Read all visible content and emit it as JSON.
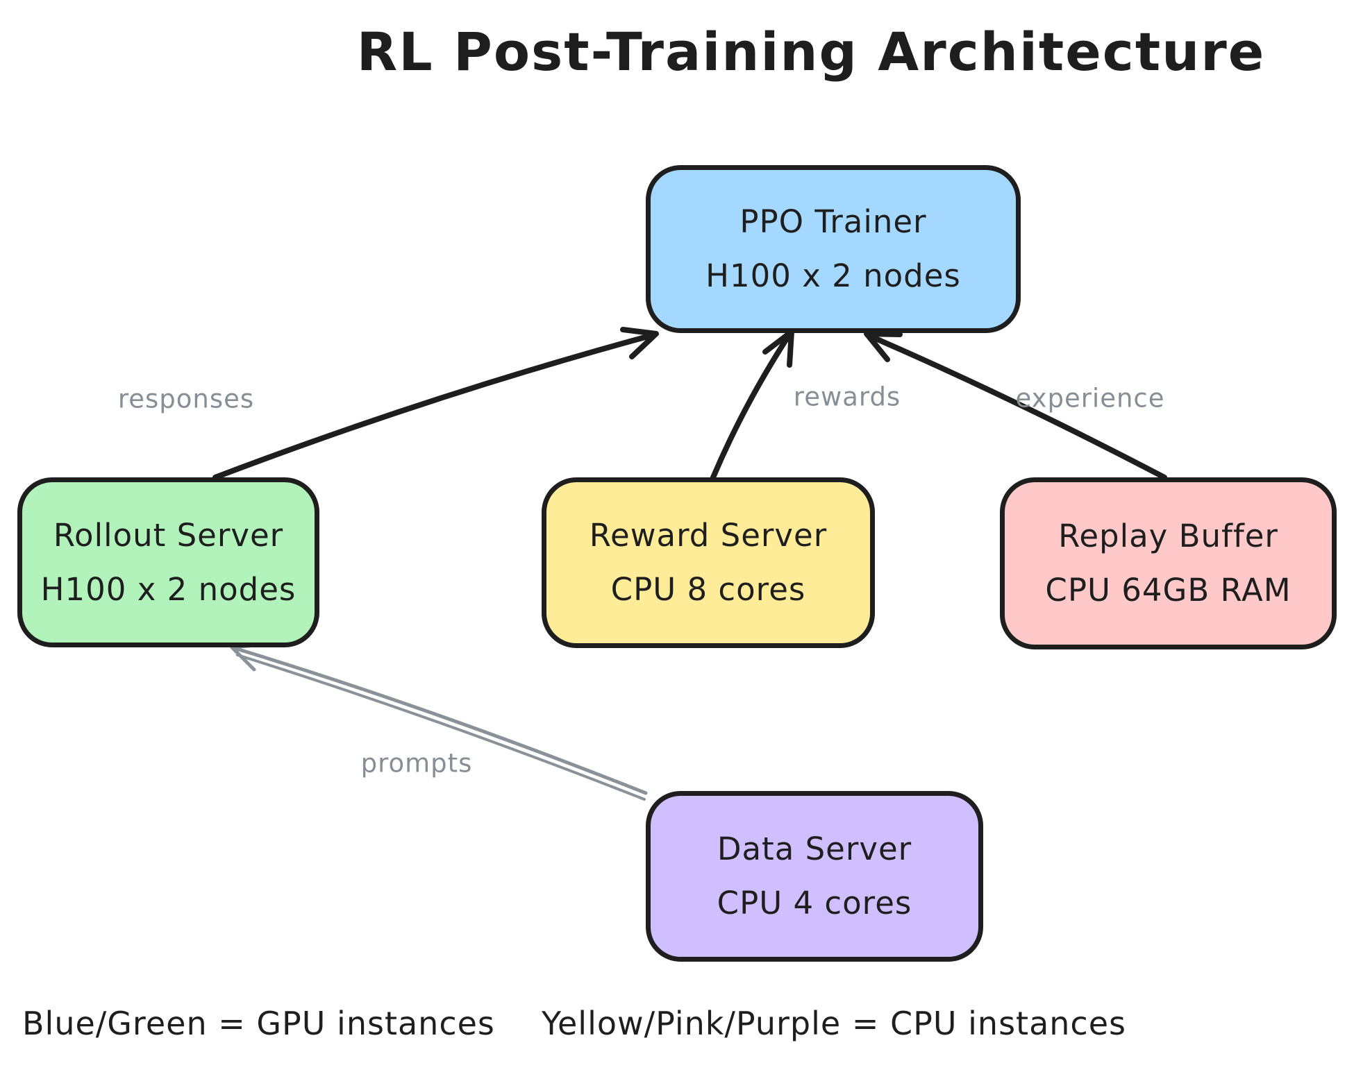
{
  "title": "RL Post-Training Architecture",
  "nodes": [
    {
      "id": "ppo-trainer",
      "line1": "PPO Trainer",
      "line2": "H100 x 2 nodes",
      "fill": "#a5d8ff"
    },
    {
      "id": "rollout-server",
      "line1": "Rollout Server",
      "line2": "H100 x 2 nodes",
      "fill": "#b2f2bb"
    },
    {
      "id": "reward-server",
      "line1": "Reward Server",
      "line2": "CPU 8 cores",
      "fill": "#ffec99"
    },
    {
      "id": "replay-buffer",
      "line1": "Replay Buffer",
      "line2": "CPU 64GB RAM",
      "fill": "#ffc9c9"
    },
    {
      "id": "data-server",
      "line1": "Data Server",
      "line2": "CPU 4 cores",
      "fill": "#d0bfff"
    }
  ],
  "edges": [
    {
      "label": "responses",
      "from": "rollout-server",
      "to": "ppo-trainer",
      "color": "#1e1e1e"
    },
    {
      "label": "rewards",
      "from": "reward-server",
      "to": "ppo-trainer",
      "color": "#1e1e1e"
    },
    {
      "label": "experience",
      "from": "replay-buffer",
      "to": "ppo-trainer",
      "color": "#1e1e1e"
    },
    {
      "label": "prompts",
      "from": "data-server",
      "to": "rollout-server",
      "color": "#8a9299"
    }
  ],
  "legend": {
    "gpu": "Blue/Green = GPU instances",
    "cpu": "Yellow/Pink/Purple = CPU instances"
  },
  "colors": {
    "background": "#ffffff",
    "stroke": "#1e1e1e",
    "edge_label_gray": "#868e96",
    "prompts_arrow_gray": "#8a9299",
    "blue": "#a5d8ff",
    "green": "#b2f2bb",
    "yellow": "#ffec99",
    "pink": "#ffc9c9",
    "purple": "#d0bfff"
  }
}
